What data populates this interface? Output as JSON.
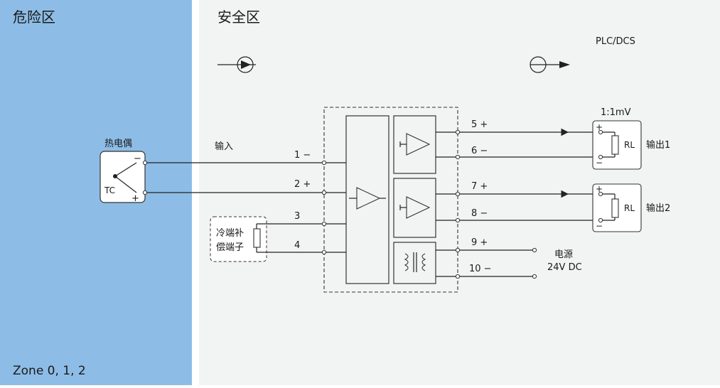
{
  "zones": {
    "hazardous_title": "危险区",
    "hazardous_zone_label": "Zone  0, 1, 2",
    "safe_title": "安全区",
    "hazardous_color": "#8dbde6",
    "safe_color": "#f2f3f3"
  },
  "plc": {
    "label": "PLC/DCS"
  },
  "sensor": {
    "title": "热电偶",
    "type_label": "TC",
    "minus": "−",
    "plus": "+"
  },
  "input": {
    "label": "输入"
  },
  "cjc": {
    "line1": "冷端补",
    "line2": "偿端子"
  },
  "terminals": [
    {
      "label": "1 −"
    },
    {
      "label": "2 +"
    },
    {
      "label": "3"
    },
    {
      "label": "4"
    },
    {
      "label": "5 +"
    },
    {
      "label": "6 −"
    },
    {
      "label": "7 +"
    },
    {
      "label": "8 −"
    },
    {
      "label": "9 +"
    },
    {
      "label": "10 −"
    }
  ],
  "outputs": [
    {
      "label": "输出1",
      "load": "RL",
      "plus": "+",
      "minus": "−"
    },
    {
      "label": "输出2",
      "load": "RL",
      "plus": "+",
      "minus": "−"
    }
  ],
  "ratio": {
    "label": "1:1mV"
  },
  "power": {
    "line1": "电源",
    "line2": "24V DC"
  }
}
